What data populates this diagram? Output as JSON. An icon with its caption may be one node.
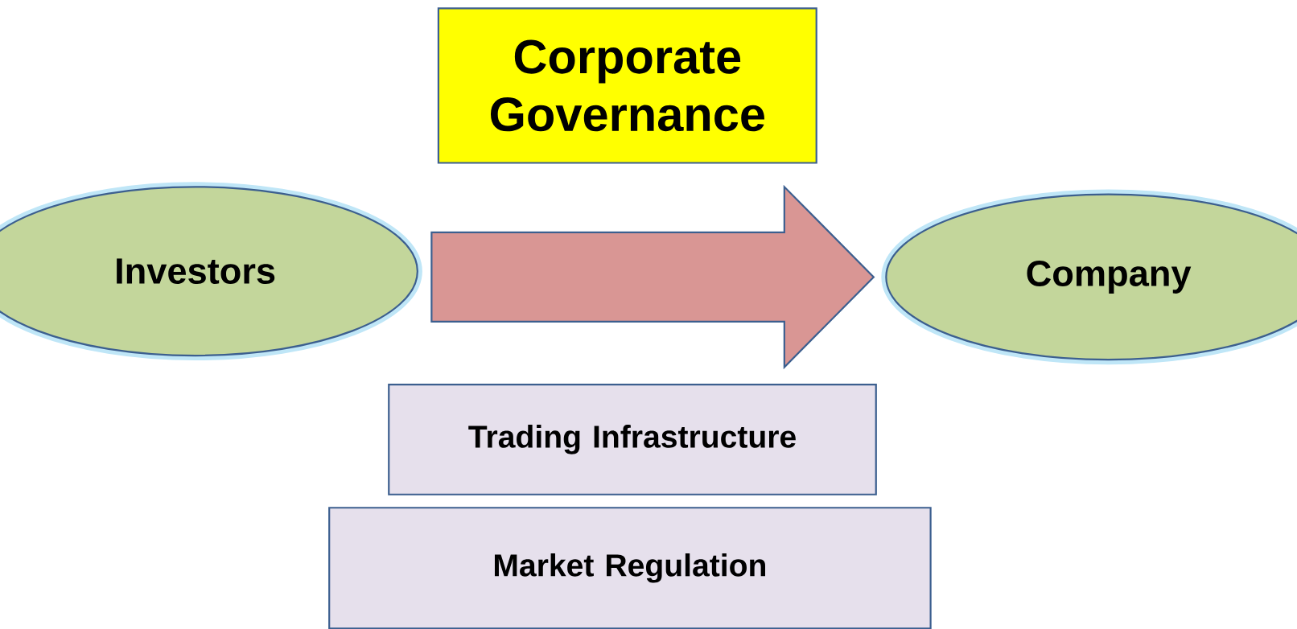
{
  "diagram": {
    "nodes": [
      {
        "text": [
          "Corporate Governance"
        ]
      },
      {
        "text": [
          "Investors"
        ]
      },
      {
        "text": [
          "Company"
        ]
      },
      {
        "text": [
          "Trading Infrastructure"
        ]
      },
      {
        "text": [
          "Market Regulation"
        ]
      }
    ],
    "edges": [
      {
        "from": 1,
        "to": 2,
        "arrow": "to"
      }
    ]
  }
}
